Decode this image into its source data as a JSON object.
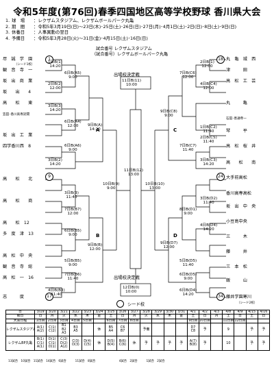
{
  "title": "令和5年度(第76回)春季四国地区高等学校野球 香川県大会",
  "info": [
    {
      "num": "1.",
      "key": "球　場",
      "value": "レクザムスタジアム、レクザムボールパーク丸亀"
    },
    {
      "num": "2.",
      "key": "期　間",
      "value": "令和5年3月19日(日)～23日(木)･25日(土)･26日(日)･27日(月)･4月1日(土)･2日(日)･8日(土)･9日(日)"
    },
    {
      "num": "3.",
      "key": "休養日",
      "value": "人事異動の翌日"
    },
    {
      "num": "4.",
      "key": "予備日",
      "value": "令和5年3月28日(火)～31日(金)･4月15日(土)･16日(日)"
    }
  ],
  "header": {
    "line1": "試合番号 レクザムスタジアム",
    "line2": "（試合番号）レクザムボールパーク丸亀"
  },
  "left_teams": [
    {
      "name": "尽　誠　学　園",
      "seed": "1"
    },
    {
      "name": "観　音　寺　一"
    },
    {
      "name": "坂　出　商　業"
    },
    {
      "name": "坂　　出　　4"
    },
    {
      "name": "高　　松　　東"
    },
    {
      "name": "笠田･香川高専詫間",
      "small": true
    },
    {
      "name": "坂　出　工　業"
    },
    {
      "name": "四学香川西　8"
    },
    {
      "name": "高　　松　　北",
      "seed": "9"
    },
    {
      "name": "高　　松　　商"
    },
    {
      "name": "高　　松　12"
    },
    {
      "name": "多　度　津　13"
    },
    {
      "name": "高　松　中　央"
    },
    {
      "name": "観　音　寺　総"
    },
    {
      "name": "高　松　一　16"
    },
    {
      "name": "志　　　度",
      "seed": "17"
    }
  ],
  "left_seednote": "（シード1校）",
  "right_teams": [
    {
      "name": "丸　亀　城　西",
      "seed": "18"
    },
    {
      "name": "津　　　田"
    },
    {
      "name": "高　松　工　芸"
    },
    {
      "name": "丸　　　亀"
    },
    {
      "name": "石田･善通寺一",
      "small": true
    },
    {
      "name": "琴　　　平"
    },
    {
      "name": "高　松　桜　井"
    },
    {
      "name": "高　　松　　南"
    },
    {
      "name": "大手前高松",
      "seed": "24"
    },
    {
      "name": "香川高専高松"
    },
    {
      "name": "坂　出　中　央"
    },
    {
      "name": "小豆島中央"
    },
    {
      "name": "三　　　木"
    },
    {
      "name": "藤　　　井"
    },
    {
      "name": "三　本　松"
    },
    {
      "name": "飯　　　山"
    },
    {
      "name": "藤井学園寒川",
      "seed": "34"
    }
  ],
  "right_seednote": "（シード2校）",
  "games": {
    "l1": {
      "no": "1日B(1)",
      "time": "14:20"
    },
    "l2": {
      "no": "2日B(2)",
      "time": "12:00"
    },
    "l3": {
      "no": "6日B(A5)",
      "time": "9:00"
    },
    "l4": {
      "no": "3日B(3)",
      "time": "14:20"
    },
    "l5": {
      "no": "6日B(A4)",
      "time": "12:00"
    },
    "l6": {
      "no": "6日B(A6)",
      "time": "9:00"
    },
    "l7": {
      "no": "3日B(2)",
      "time": "14:20"
    },
    "lA": {
      "no": "9日B(A)",
      "time": "14:20"
    },
    "l9": {
      "no": "3日B(3)",
      "time": "11:40"
    },
    "l10": {
      "no": "7日B(B7)",
      "time": "12:00"
    },
    "l11": {
      "no": "6日B(B5)",
      "time": "9:00"
    },
    "lB": {
      "no": "9日B(B)",
      "time": "12:00"
    },
    "l13": {
      "no": "5日B(B5)",
      "time": "9:00"
    },
    "l14": {
      "no": "7日B(B6)",
      "time": "11:40"
    },
    "l15": {
      "no": "4日B(B3)",
      "time": "11:40"
    },
    "qf_left": {
      "no": "10日B(9)",
      "time": "9:00"
    },
    "final": {
      "no": "11日B(11)",
      "time": "10:00"
    },
    "semi": {
      "no": "11日B(12)",
      "time": "13:00"
    },
    "qf_right": {
      "no": "10日B(10)",
      "time": "13:00"
    },
    "third": {
      "no": "12日B(0)",
      "time": "10:00"
    },
    "r1": {
      "no": "2日B(1)",
      "time": "12:00"
    },
    "r2": {
      "no": "7日B(C6)",
      "time": "12:00"
    },
    "r3": {
      "no": "4日B(C4)",
      "time": "12:00"
    },
    "r4": {
      "no": "1日B(C2)",
      "time": "11:40"
    },
    "r5": {
      "no": "2日B(C5)",
      "time": "11:40"
    },
    "r6": {
      "no": "7日B(C7)",
      "time": "11:40"
    },
    "r7": {
      "no": "3日B(C3)",
      "time": "14:20"
    },
    "rC": {
      "no": "9日B(C8)",
      "time": "9:00"
    },
    "r8": {
      "no": "3日B(D2)",
      "time": "11:40"
    },
    "r9": {
      "no": "8日B(D1)",
      "time": "9:00"
    },
    "r10": {
      "no": "4日B(D4)",
      "time": "14:20"
    },
    "r11": {
      "no": "5日B(D5)",
      "time": "11:40"
    },
    "r12": {
      "no": "6日B(D5)",
      "time": "9:00"
    },
    "r13": {
      "no": "6日B(D4)",
      "time": "14:20"
    },
    "rD": {
      "no": "9日B(D7)",
      "time": "12:00"
    }
  },
  "blocks": {
    "A": "A",
    "B": "B",
    "C": "C",
    "D": "D"
  },
  "labels": {
    "final_title": "出場校決定戦",
    "third_title": "出場校決定戦",
    "legend": "シード校"
  },
  "schedule": {
    "row_day": [
      "日",
      "3/19",
      "3/20",
      "3/21",
      "3/22",
      "3/23",
      "3/24",
      "3/25",
      "3/26",
      "3/27",
      "3/28",
      "3/29",
      "3/30",
      "3/31",
      "4/1",
      "4/2",
      "4/3",
      "4/8",
      "4/9",
      "4/15",
      "4/16"
    ],
    "row_dow": [
      "曜日",
      "日",
      "月",
      "火",
      "水",
      "木",
      "金",
      "土",
      "日",
      "月",
      "火",
      "水",
      "木",
      "金",
      "土",
      "日",
      "月",
      "土",
      "日",
      "土",
      "日"
    ],
    "row_day_no": [
      "大会日程",
      "1日目",
      "2日目",
      "3日目",
      "4日目",
      "5日目",
      "",
      "6日目",
      "7日目",
      "8日目",
      "",
      "",
      "",
      "",
      "9日目",
      "10日目",
      "",
      "11日目",
      "12日目",
      "",
      ""
    ],
    "row_stadium": [
      "レクザムスタジアム",
      "A(1)\nA(2)",
      "C(1)\nC(2)",
      "B1\nB2\nA3",
      "B3\nA5",
      "",
      "休",
      "B5\nA4",
      "C6\nB7",
      "",
      "予備",
      "",
      "",
      "",
      "D7\nC8",
      "予",
      "",
      "9",
      "",
      "予",
      "予"
    ],
    "row_park": [
      "レクザムBP丸亀",
      "B(1)\nC(1)\nA(1)",
      "D(1)\nC(1)\nD(1)",
      "C(3)\nD(2)\nA(2)",
      "C(3)\nD(3)",
      "D(4)\nC(5)",
      "休",
      "D(5)\nB(4)",
      "B(6)\nC(6)",
      "休",
      "予",
      "予",
      "予",
      "予",
      "A(7)\nB(8)",
      "予",
      "",
      "10",
      "",
      "予",
      "予"
    ]
  },
  "foot": "13試合　10試合　11試合　14試合　6試合　　　11試合　8試合　　　　　　　　4試合　2試合　　　1試合　2試合"
}
